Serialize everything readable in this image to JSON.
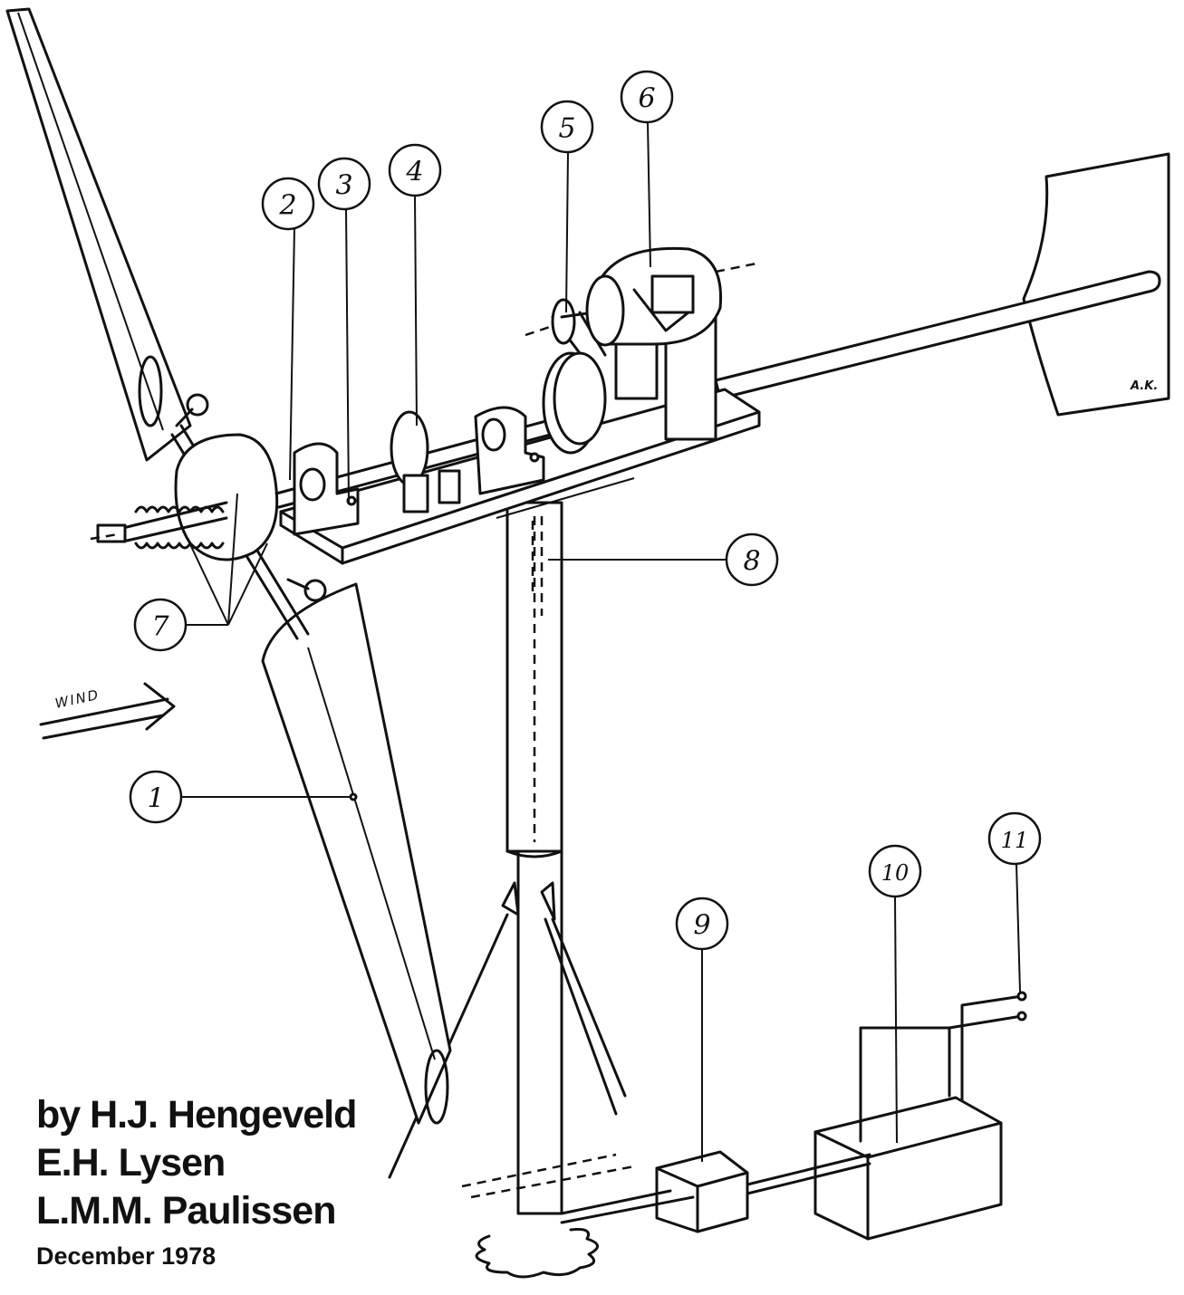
{
  "callouts": [
    {
      "id": "1",
      "text": "1"
    },
    {
      "id": "2",
      "text": "2"
    },
    {
      "id": "3",
      "text": "3"
    },
    {
      "id": "4",
      "text": "4"
    },
    {
      "id": "5",
      "text": "5"
    },
    {
      "id": "6",
      "text": "6"
    },
    {
      "id": "7",
      "text": "7"
    },
    {
      "id": "8",
      "text": "8"
    },
    {
      "id": "9",
      "text": "9"
    },
    {
      "id": "10",
      "text": "10"
    },
    {
      "id": "11",
      "text": "11"
    }
  ],
  "wind_label": "WIND",
  "signature": "A.K.",
  "credits": {
    "line1": "by H.J. Hengeveld",
    "line2": "E.H. Lysen",
    "line3": "L.M.M. Paulissen",
    "date": "December 1978"
  }
}
